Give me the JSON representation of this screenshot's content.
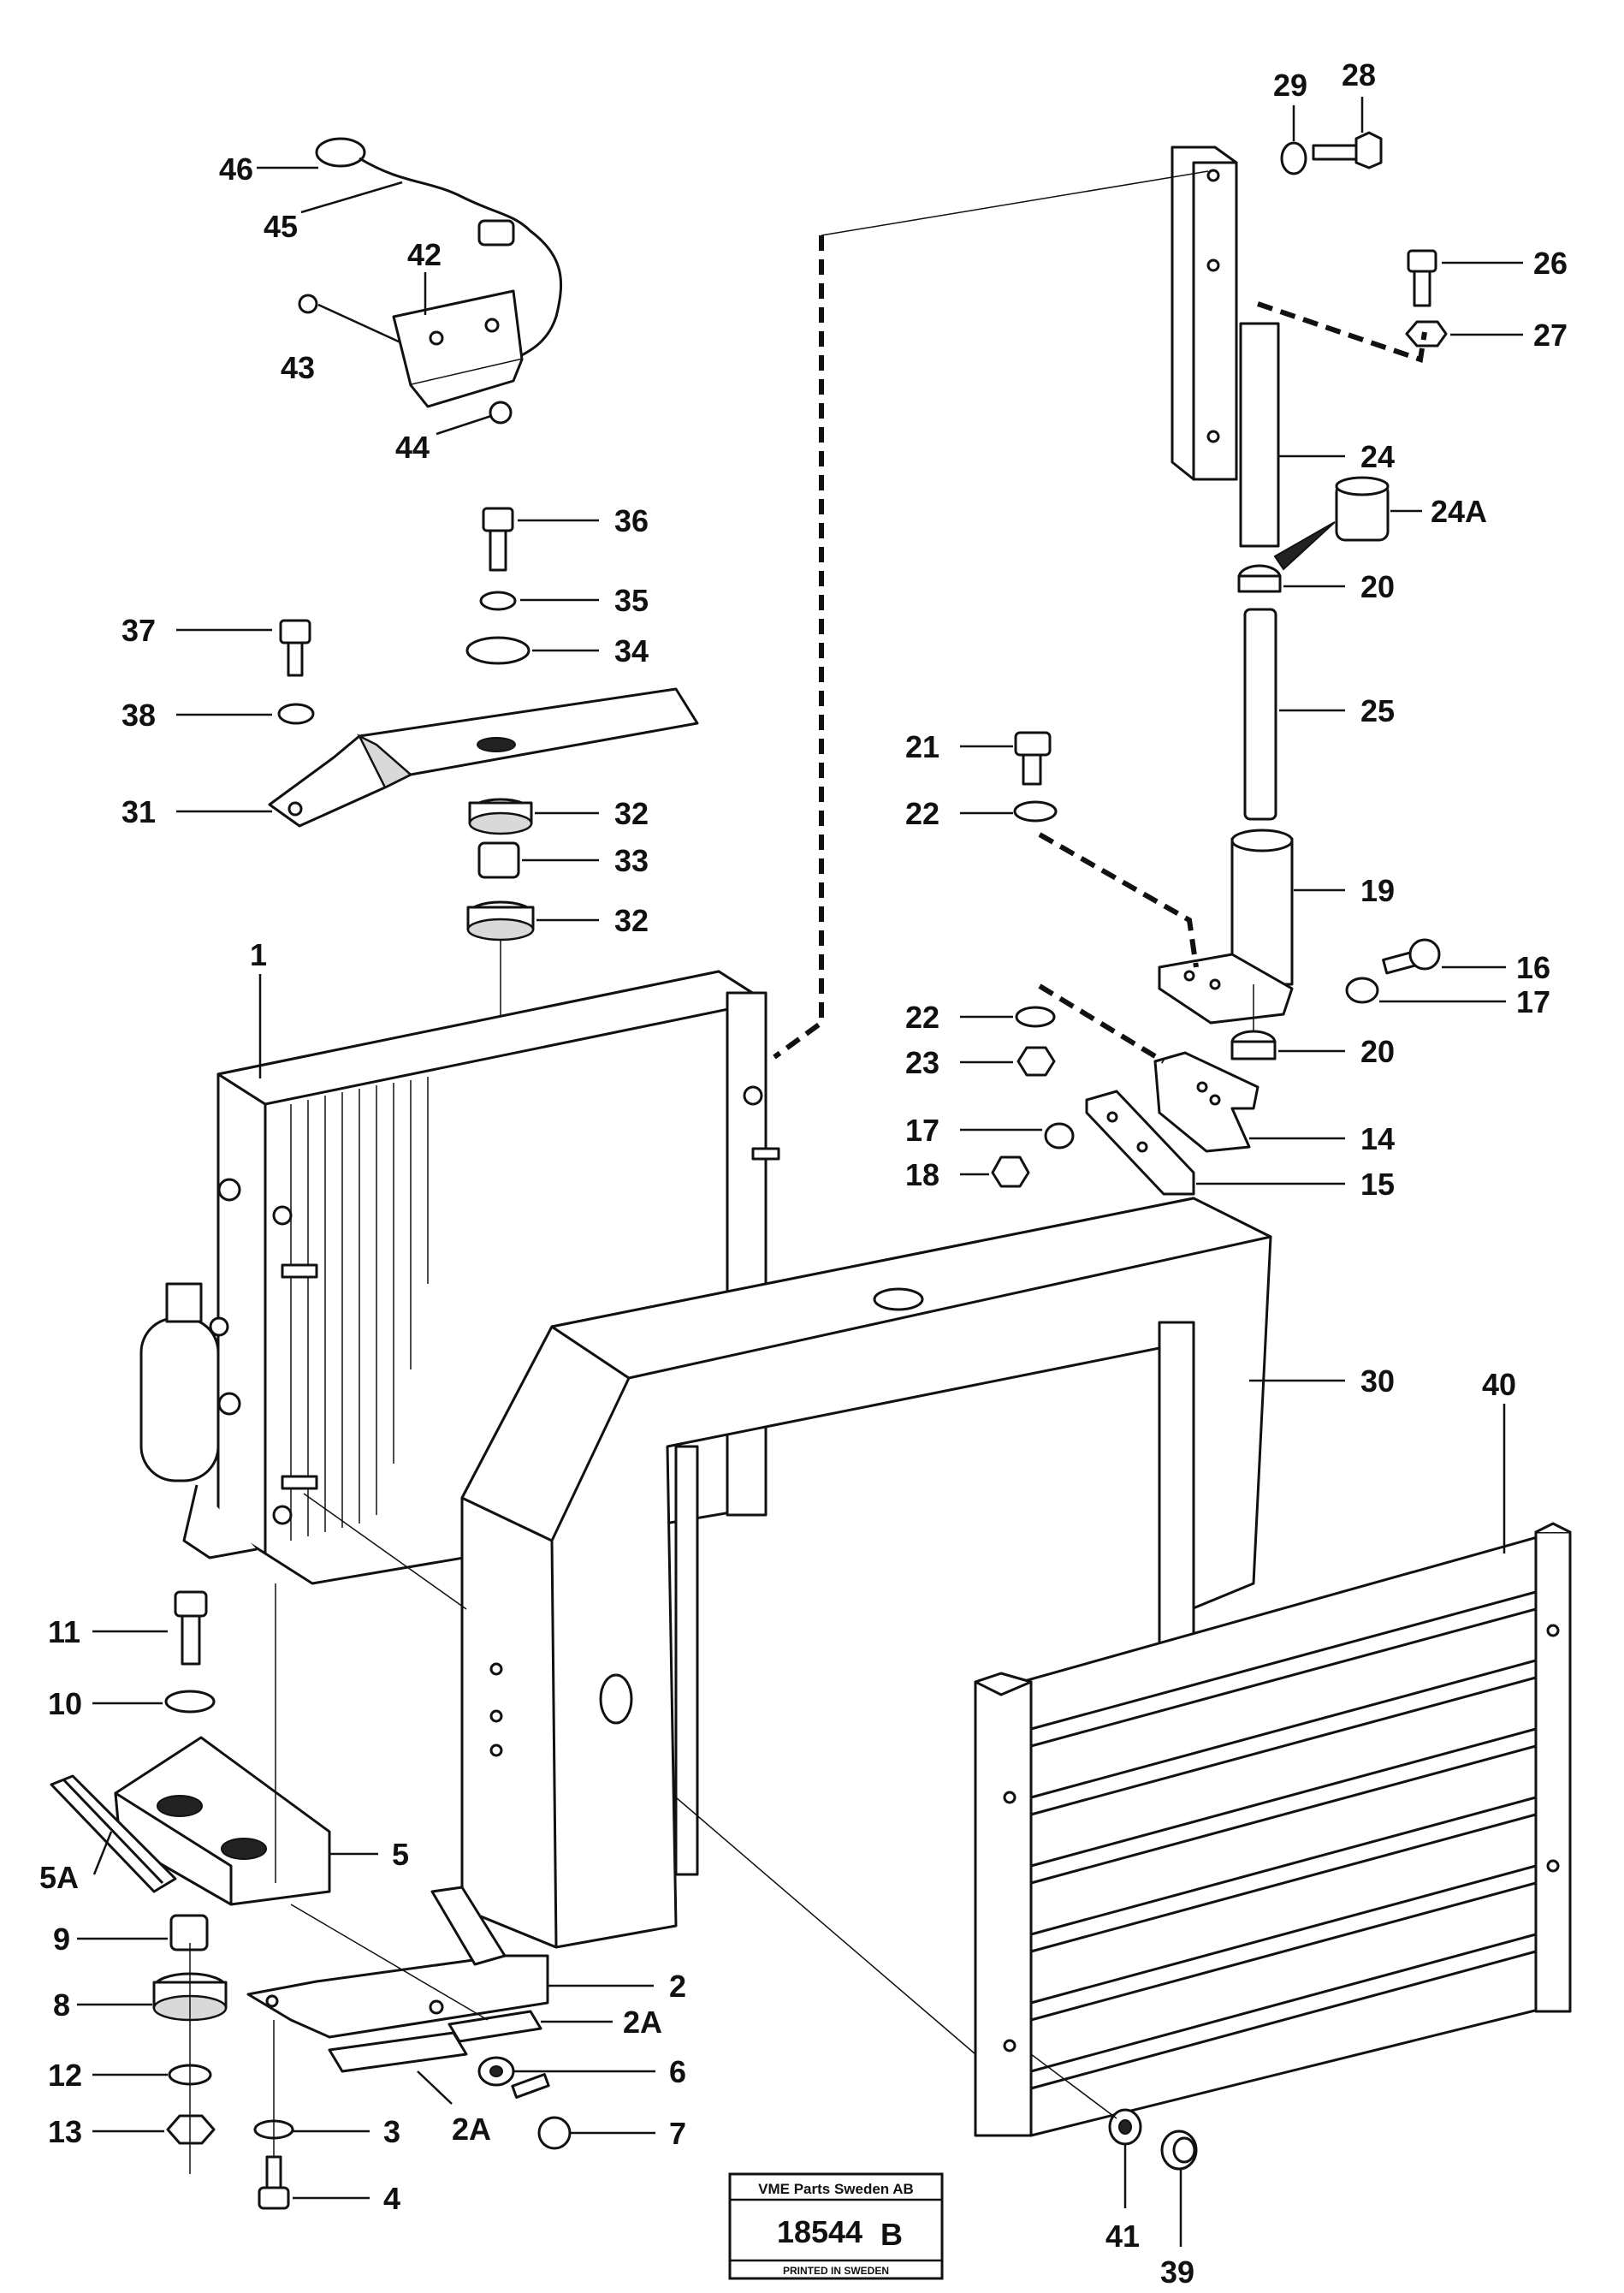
{
  "callouts": {
    "c1": "1",
    "c2": "2",
    "c2A_a": "2A",
    "c2A_b": "2A",
    "c3": "3",
    "c4": "4",
    "c5": "5",
    "c5A": "5A",
    "c6": "6",
    "c7": "7",
    "c8": "8",
    "c9": "9",
    "c10": "10",
    "c11": "11",
    "c12": "12",
    "c13": "13",
    "c14": "14",
    "c15": "15",
    "c16": "16",
    "c17a": "17",
    "c17b": "17",
    "c18": "18",
    "c19": "19",
    "c20a": "20",
    "c20b": "20",
    "c21": "21",
    "c22a": "22",
    "c22b": "22",
    "c23": "23",
    "c24": "24",
    "c24A": "24A",
    "c25": "25",
    "c26": "26",
    "c27": "27",
    "c28": "28",
    "c29": "29",
    "c30": "30",
    "c31": "31",
    "c32a": "32",
    "c32b": "32",
    "c33": "33",
    "c34": "34",
    "c35": "35",
    "c36": "36",
    "c37": "37",
    "c38": "38",
    "c39": "39",
    "c40": "40",
    "c41": "41",
    "c42": "42",
    "c43": "43",
    "c44": "44",
    "c45": "45",
    "c46": "46"
  },
  "stamp": {
    "company": "VME Parts Sweden AB",
    "number": "18544",
    "suffix": "B",
    "printed": "PRINTED IN SWEDEN"
  }
}
